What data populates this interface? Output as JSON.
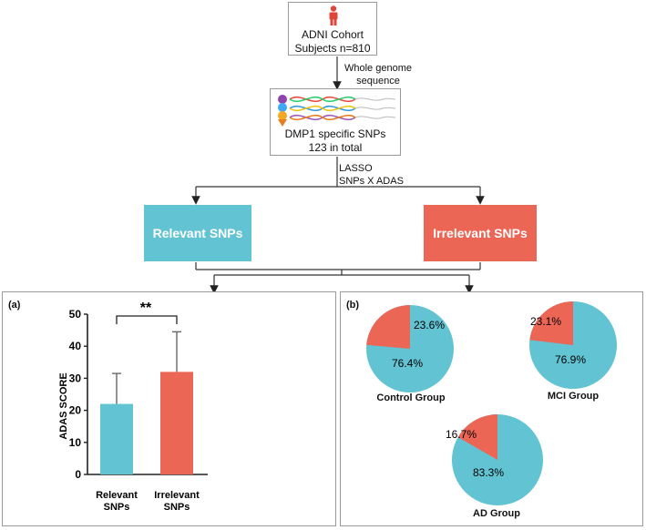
{
  "flow": {
    "cohort_line1": "ADNI Cohort",
    "cohort_line2": "Subjects n=810",
    "step1_line1": "Whole genome",
    "step1_line2": "sequence",
    "snp_line1": "DMP1 specific SNPs",
    "snp_line2": "123 in total",
    "step2_line1": "LASSO",
    "step2_line2": "SNPs X ADAS",
    "relevant_label": "Relevant SNPs",
    "irrelevant_label": "Irrelevant SNPs"
  },
  "colors": {
    "teal": "#62C3D3",
    "coral": "#EC6655",
    "person": "#E0453A"
  },
  "icons": {
    "cohort": "person-icon",
    "dna": "dna-sequence-icon"
  },
  "panel_a": {
    "tag": "(a)",
    "significance": "**",
    "ylabel": "ADAS SCORE",
    "yticks": [
      "0",
      "10",
      "20",
      "30",
      "40",
      "50"
    ],
    "bar1_label_line1": "Relevant",
    "bar1_label_line2": "SNPs",
    "bar2_label_line1": "Irrelevant",
    "bar2_label_line2": "SNPs"
  },
  "panel_b": {
    "tag": "(b)",
    "control_label": "Control Group",
    "mci_label": "MCI Group",
    "ad_label": "AD Group"
  },
  "chart_data": [
    {
      "type": "bar",
      "categories": [
        "Relevant SNPs",
        "Irrelevant SNPs"
      ],
      "values": [
        22,
        32
      ],
      "error": [
        9.5,
        12.5
      ],
      "ylabel": "ADAS SCORE",
      "ylim": [
        0,
        50
      ],
      "annotation": "**"
    },
    {
      "type": "pie",
      "name": "Control Group",
      "slices": [
        {
          "label": "23.6%",
          "value": 23.6
        },
        {
          "label": "76.4%",
          "value": 76.4
        }
      ]
    },
    {
      "type": "pie",
      "name": "MCI Group",
      "slices": [
        {
          "label": "23.1%",
          "value": 23.1
        },
        {
          "label": "76.9%",
          "value": 76.9
        }
      ]
    },
    {
      "type": "pie",
      "name": "AD Group",
      "slices": [
        {
          "label": "16.7%",
          "value": 16.7
        },
        {
          "label": "83.3%",
          "value": 83.3
        }
      ]
    }
  ]
}
